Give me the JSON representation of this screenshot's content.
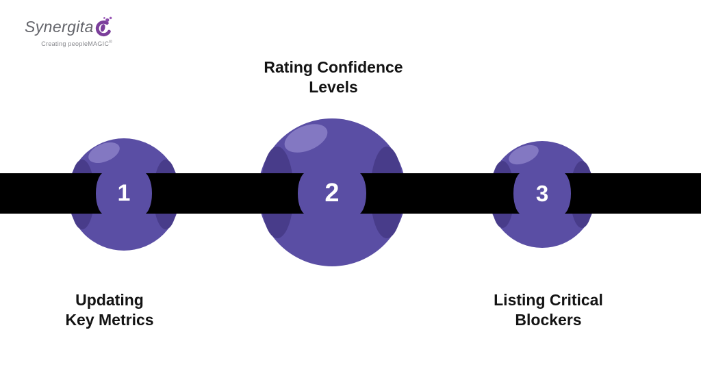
{
  "logo": {
    "brand": "Synergita",
    "tagline": "Creating peopleMAGIC",
    "trademark_symbol": "®",
    "icon": "synergita-flame-swirl-icon",
    "brand_text_color": "#63646a",
    "icon_color": "#7b3f9b"
  },
  "steps": [
    {
      "number": "1",
      "label_line1": "Updating",
      "label_line2": "Key Metrics",
      "label_position": "below"
    },
    {
      "number": "2",
      "label_line1": "Rating Confidence",
      "label_line2": "Levels",
      "label_position": "above"
    },
    {
      "number": "3",
      "label_line1": "Listing Critical",
      "label_line2": "Blockers",
      "label_position": "below"
    }
  ],
  "colors": {
    "bead": "#5a4ea4",
    "bead_hole": "#483c8a",
    "bead_highlight": "#8378c2",
    "rod": "#000000",
    "label_text": "#131313",
    "number_text": "#ffffff",
    "background": "#ffffff"
  }
}
